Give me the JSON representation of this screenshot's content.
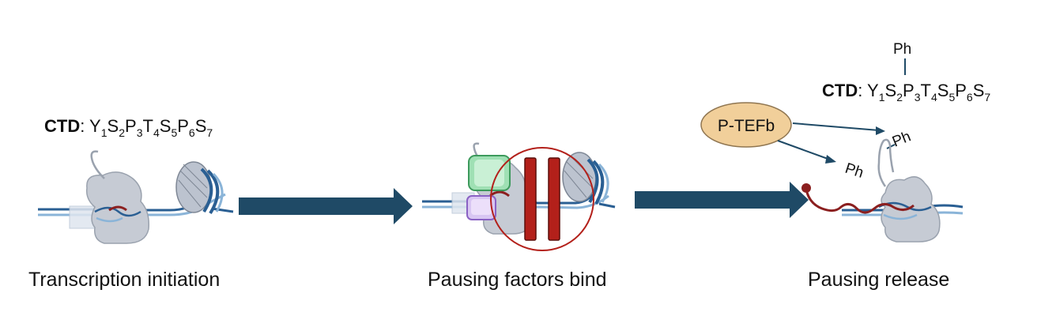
{
  "stages": [
    {
      "label": "Transcription initiation"
    },
    {
      "label": "Pausing factors bind"
    },
    {
      "label": "Pausing release"
    }
  ],
  "ctd": {
    "prefix": "CTD",
    "colon": ": ",
    "residues": [
      {
        "aa": "Y",
        "n": "1"
      },
      {
        "aa": "S",
        "n": "2"
      },
      {
        "aa": "P",
        "n": "3"
      },
      {
        "aa": "T",
        "n": "4"
      },
      {
        "aa": "S",
        "n": "5"
      },
      {
        "aa": "P",
        "n": "6"
      },
      {
        "aa": "S",
        "n": "7"
      }
    ]
  },
  "kinase": {
    "label": "P-TEFb"
  },
  "phospho": {
    "label": "Ph"
  },
  "colors": {
    "arrow": "#1f4a66",
    "dna_dark": "#2a5f93",
    "dna_light": "#8ab4d8",
    "polymerase": "#c6cbd4",
    "rna": "#8b1f1f",
    "ptefb": "#f1cf9a",
    "factor_green": "#9fe0b4",
    "factor_purple": "#d8c6f2",
    "pause_bar": "#b3201a"
  }
}
